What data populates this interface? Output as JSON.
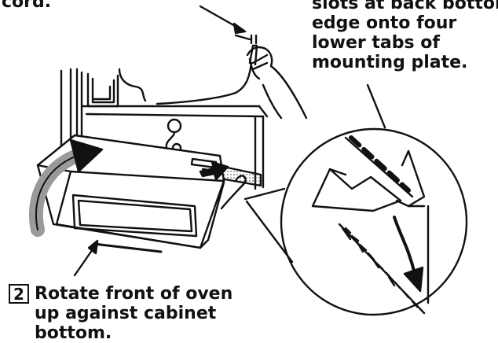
{
  "diagram": {
    "top_left_fragment": "cord.",
    "callout_right": {
      "lines": [
        "slots at back bottom",
        "edge onto four",
        "lower tabs of",
        "mounting plate."
      ]
    },
    "step": {
      "number": "2",
      "lines": [
        "Rotate front of oven",
        "up against cabinet",
        "bottom."
      ]
    },
    "colors": {
      "ink": "#111111",
      "background": "#ffffff",
      "shading": "#9a9a9a"
    }
  }
}
